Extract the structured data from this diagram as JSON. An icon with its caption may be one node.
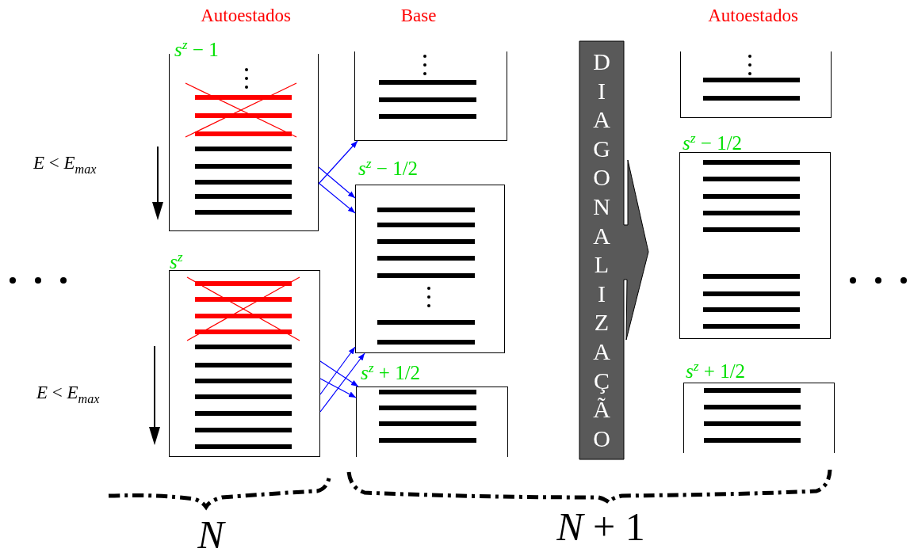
{
  "diagram": {
    "nodes": [
      {
        "text": [
          "*s*$^{z}$ − 1"
        ]
      },
      {
        "text": [],
        "shape": "box"
      },
      {
        "text": [
          "*s*$^{z}$ − 1/2"
        ]
      },
      {
        "text": [
          "*s*$^{z}$"
        ]
      },
      {
        "text": [
          "*s*$^{z}$ + 1/2"
        ]
      },
      {
        "text": [
          "DIAGONALIZAÇÃO"
        ]
      },
      {
        "text": [],
        "shape": "box"
      },
      {
        "text": [
          "*s*$^{z}$ − 1/2"
        ]
      },
      {
        "text": [
          "*s*$^{z}$ + 1/2"
        ]
      }
    ],
    "edges": [
      {
        "from": 0,
        "to": 2,
        "arrow": "to"
      },
      {
        "from": 0,
        "to": 2,
        "arrow": "to"
      },
      {
        "from": 0,
        "to": 1,
        "arrow": "to"
      },
      {
        "from": 3,
        "to": 4,
        "arrow": "to"
      },
      {
        "from": 3,
        "to": 4,
        "arrow": "to"
      },
      {
        "from": 3,
        "to": 2,
        "arrow": "to"
      },
      {
        "from": 3,
        "to": 2,
        "arrow": "to"
      }
    ],
    "labels": [
      "Autoestados",
      "Base",
      "Autoestados",
      "*E* < *E*$_{max}$",
      "*E* < *E*$_{max}$",
      "*N*",
      "*N* + 1"
    ]
  }
}
